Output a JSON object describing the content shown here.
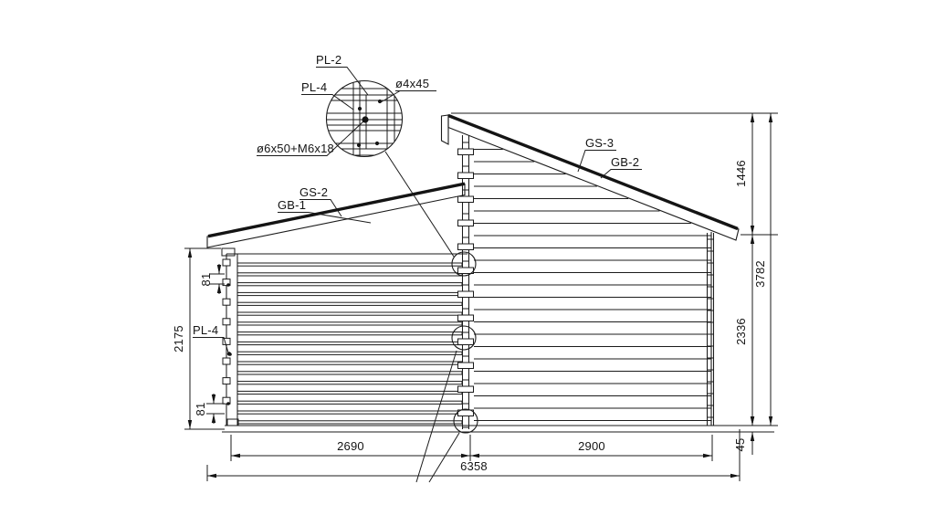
{
  "drawing": {
    "kind": "log cabin side elevation, technical drawing",
    "sections": [
      "left low section",
      "right tall section"
    ]
  },
  "labels": {
    "detail_pl2": "PL-2",
    "detail_pl4": "PL-4",
    "detail_screw": "ø4x45",
    "detail_bolt": "ø6x50+M6x18",
    "left_roof_covering": "GS-2",
    "left_roof_board": "GB-1",
    "right_roof_covering": "GS-3",
    "right_roof_board": "GB-2",
    "wall_batten": "PL-4"
  },
  "dims": {
    "left_wall_height": "2175",
    "log_pitch_top": "81",
    "log_pitch_bottom": "81",
    "left_section_width": "2690",
    "right_section_width": "2900",
    "total_width": "6358",
    "roof_rise": "1446",
    "right_wall_side_height": "2336",
    "total_height": "3782",
    "base_height": "45"
  }
}
